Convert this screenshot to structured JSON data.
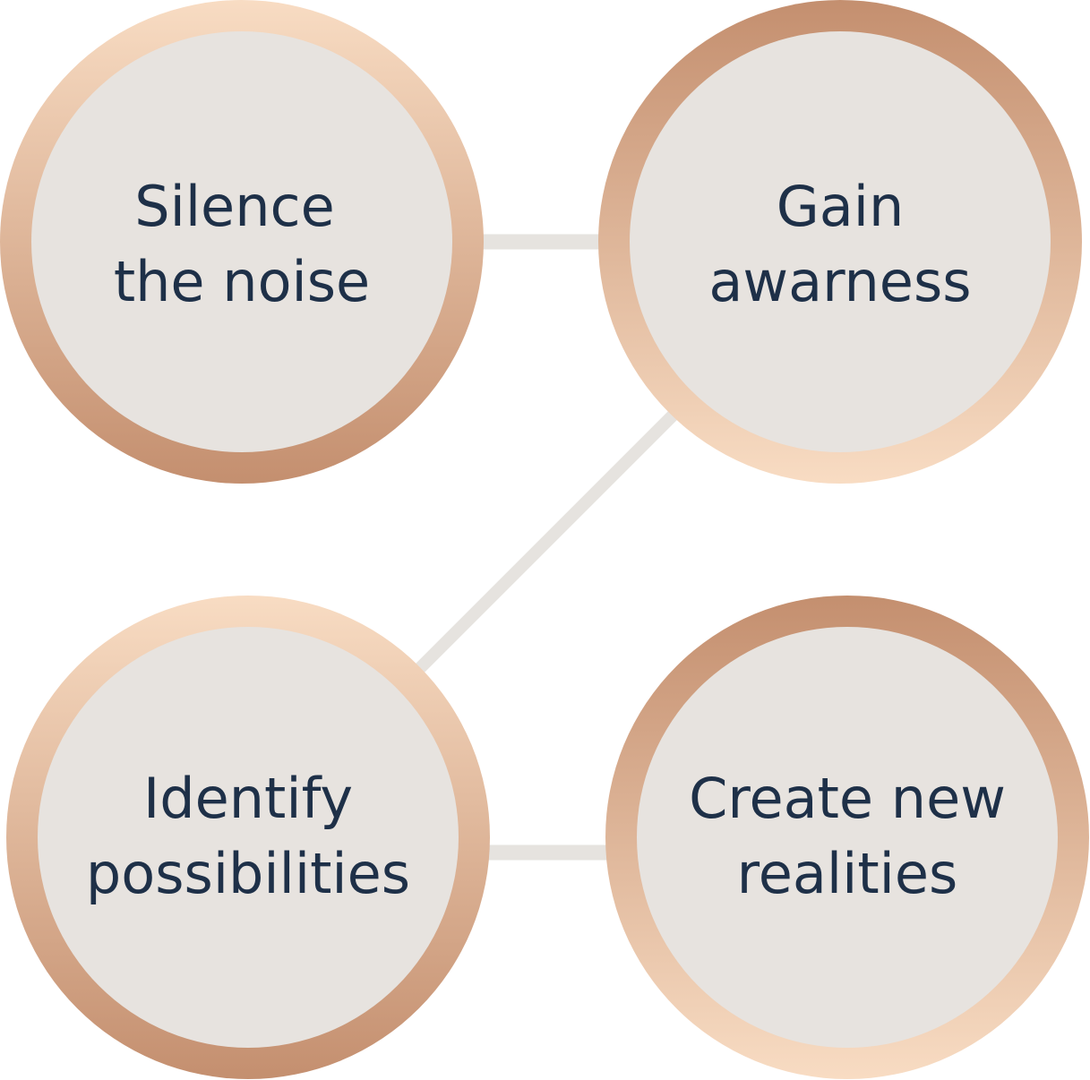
{
  "diagram": {
    "colors": {
      "ring_light": "#f8dcc3",
      "ring_dark": "#c48f6f",
      "fill": "#e7e3df",
      "connector": "#e6e3df",
      "text": "#1e3048",
      "background": "#ffffff"
    },
    "nodes": [
      {
        "id": "silence",
        "lines": [
          "Silence",
          "the noise"
        ],
        "ring_gradient": "light-to-dark"
      },
      {
        "id": "gain",
        "lines": [
          "Gain",
          "awarness"
        ],
        "ring_gradient": "dark-to-light"
      },
      {
        "id": "identify",
        "lines": [
          "Identify",
          "possibilities"
        ],
        "ring_gradient": "light-to-dark"
      },
      {
        "id": "create",
        "lines": [
          "Create new",
          "realities"
        ],
        "ring_gradient": "dark-to-light"
      }
    ],
    "edges": [
      {
        "from": "silence",
        "to": "gain"
      },
      {
        "from": "gain",
        "to": "identify"
      },
      {
        "from": "identify",
        "to": "create"
      }
    ]
  }
}
